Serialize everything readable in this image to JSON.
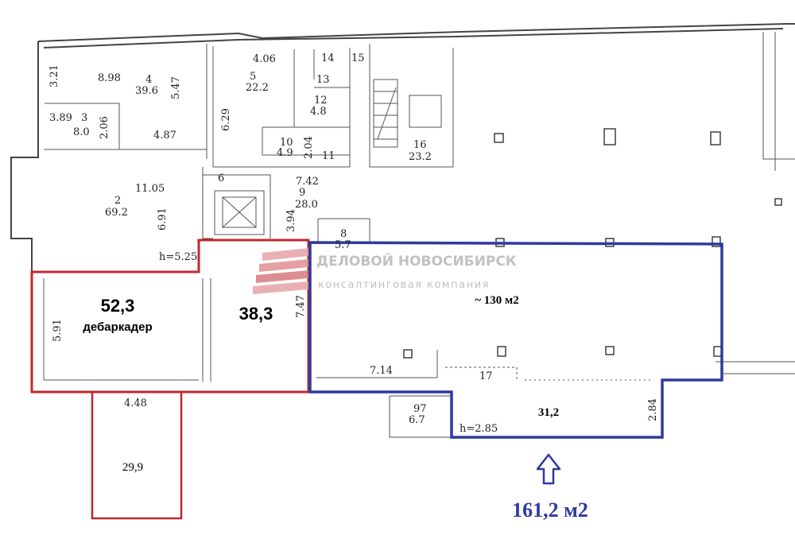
{
  "rooms": [
    {
      "id": "r4",
      "number": "4",
      "area": "39.6",
      "dims": [
        "8.98",
        "3.21",
        "5.47"
      ]
    },
    {
      "id": "r3",
      "number": "3",
      "area": "8.0",
      "dims": [
        "3.89",
        "2.06",
        "4.87"
      ]
    },
    {
      "id": "r5",
      "number": "5",
      "area": "22.2",
      "dims": [
        "4.06",
        "6.29"
      ]
    },
    {
      "id": "r14",
      "number": "14"
    },
    {
      "id": "r15",
      "number": "15"
    },
    {
      "id": "r13",
      "number": "13"
    },
    {
      "id": "r12",
      "number": "12",
      "area": "4.8"
    },
    {
      "id": "r10",
      "number": "10",
      "area": "4.9",
      "dims": [
        "2.04"
      ]
    },
    {
      "id": "r11",
      "number": "11"
    },
    {
      "id": "r16",
      "number": "16",
      "area": "23.2"
    },
    {
      "id": "r2",
      "number": "2",
      "area": "69.2",
      "dims": [
        "11.05",
        "6.91",
        "h=5.25"
      ]
    },
    {
      "id": "r6",
      "number": "6"
    },
    {
      "id": "r9",
      "number": "9",
      "area": "28.0",
      "dims": [
        "7.42",
        "3.94"
      ]
    },
    {
      "id": "r8",
      "number": "8",
      "area": "5.7"
    },
    {
      "id": "r7",
      "number": "97",
      "area": "6.7"
    }
  ],
  "highlights": {
    "dock": {
      "area": "52,3",
      "label": "дебаркадер",
      "dim": "5.91"
    },
    "room383": {
      "area": "38,3",
      "dim": "7.47"
    },
    "room299": {
      "area": "29,9",
      "dim": "4.48"
    },
    "hall": {
      "area": "~ 130 м2",
      "dims": [
        "7.14",
        "17"
      ]
    },
    "room312": {
      "area": "31,2",
      "dims": [
        "h=2.85",
        "2.84"
      ]
    },
    "total": "161,2 м2"
  },
  "watermark": {
    "title": "ДЕЛОВОЙ НОВОСИБИРСК",
    "subtitle": "консалтинговая компания"
  },
  "colors": {
    "red_outline": "#c0272d",
    "blue_outline": "#2e3a9e",
    "total_text": "#2e3a9e"
  },
  "icons": [
    "arrow-up-icon",
    "watermark-logo-icon",
    "elevator-icon",
    "stairs-icon"
  ]
}
